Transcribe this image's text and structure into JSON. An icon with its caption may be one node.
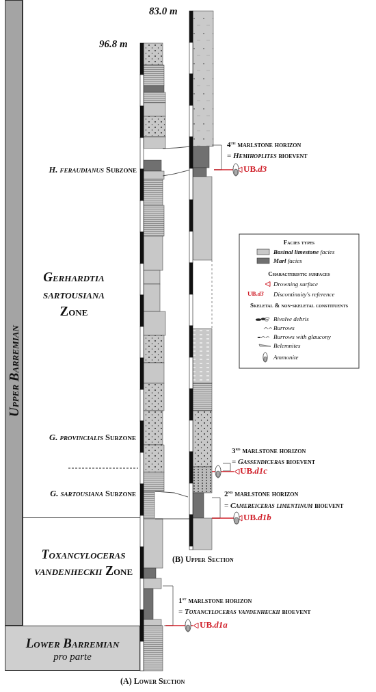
{
  "diagram": {
    "nodes": [
      {
        "text": [
          "Upper Barremian"
        ]
      },
      {
        "text": [
          "*H. feraudianus* Subzone",
          "*Gerhardtia sartousiana* Zone",
          "*G. provincialis* Subzone",
          "*G. sartousiana* Subzone"
        ]
      },
      {
        "text": [
          "*Toxancyloceras vandenheckii* Zone"
        ]
      },
      {
        "text": [
          "Lower Barremian",
          "pro parte"
        ]
      }
    ],
    "labels": [
      "83.0 m",
      "96.8 m",
      "4$^{th}$ marlstone horizon",
      "= *Hemihoplites* bioevent",
      "UB.*d3*",
      "3$^{rd}$ marlstone horizon",
      "= *Gassendiceras* bioevent",
      "UB.*d1c*",
      "2$^{nd}$ marlstone horizon",
      "= *Camereiceras limentinum* bioevent",
      "UB.*d1b*",
      "(B) Upper Section",
      "1$^{st}$ marlstone horizon",
      "= *Toxancyloceras vandenheckii* bioevent",
      "UB.*d1a*",
      "(A) Lower Section",
      "Facies types",
      "Characteristic surfaces",
      "UB.*d3*",
      "Skeletal & non-skeletal constituents"
    ],
    "legend": [
      {
        "text": "**Basinal limestone** facies",
        "color": "#c8c8c8"
      },
      {
        "text": "**Marl** facies",
        "color": "#707070"
      },
      {
        "text": "Drowning surface"
      },
      {
        "text": "Discontinuity's reference"
      },
      {
        "text": "Bivalve debris"
      },
      {
        "text": "Burrows"
      },
      {
        "text": "Burrows with glaucony"
      },
      {
        "text": "Belemnites"
      },
      {
        "text": "Ammonite"
      }
    ]
  }
}
